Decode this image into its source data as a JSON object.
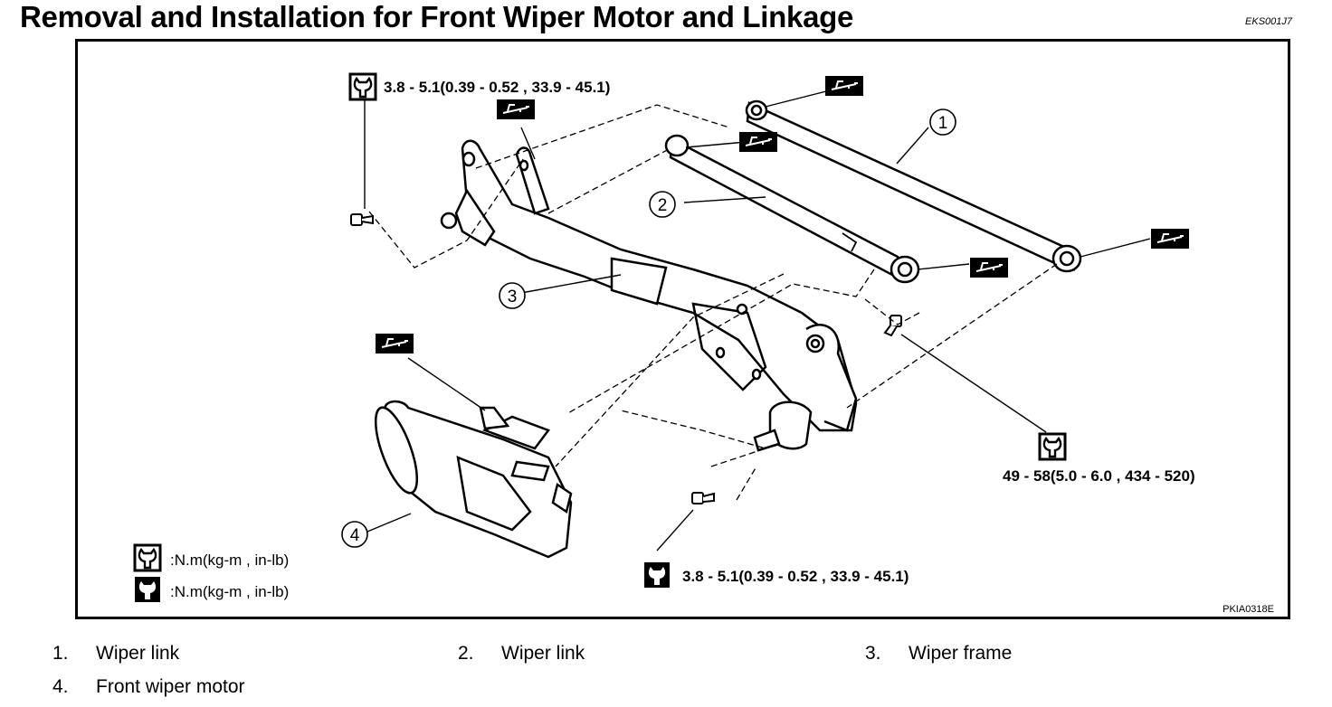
{
  "header": {
    "title": "Removal and Installation for Front Wiper Motor and Linkage",
    "code": "EKS001J7"
  },
  "diagram": {
    "figure_id": "PKIA0318E",
    "callouts": [
      "1",
      "2",
      "3",
      "4"
    ],
    "torque_top": "3.8 - 5.1(0.39 - 0.52 , 33.9 - 45.1)",
    "torque_right": "49 - 58(5.0 - 6.0 , 434 - 520)",
    "torque_bottom": "3.8 - 5.1(0.39 - 0.52 , 33.9 - 45.1)",
    "legend": [
      {
        "icon": "torque-wrench-outline-icon",
        "text": ":N.m(kg-m , in-lb)"
      },
      {
        "icon": "torque-wrench-solid-icon",
        "text": ":N.m(kg-m , in-lb)"
      }
    ],
    "grease_icon": "grease-applicator-icon"
  },
  "parts": [
    {
      "num": "1.",
      "name": "Wiper link"
    },
    {
      "num": "2.",
      "name": "Wiper link"
    },
    {
      "num": "3.",
      "name": "Wiper frame"
    },
    {
      "num": "4.",
      "name": "Front wiper motor"
    }
  ]
}
